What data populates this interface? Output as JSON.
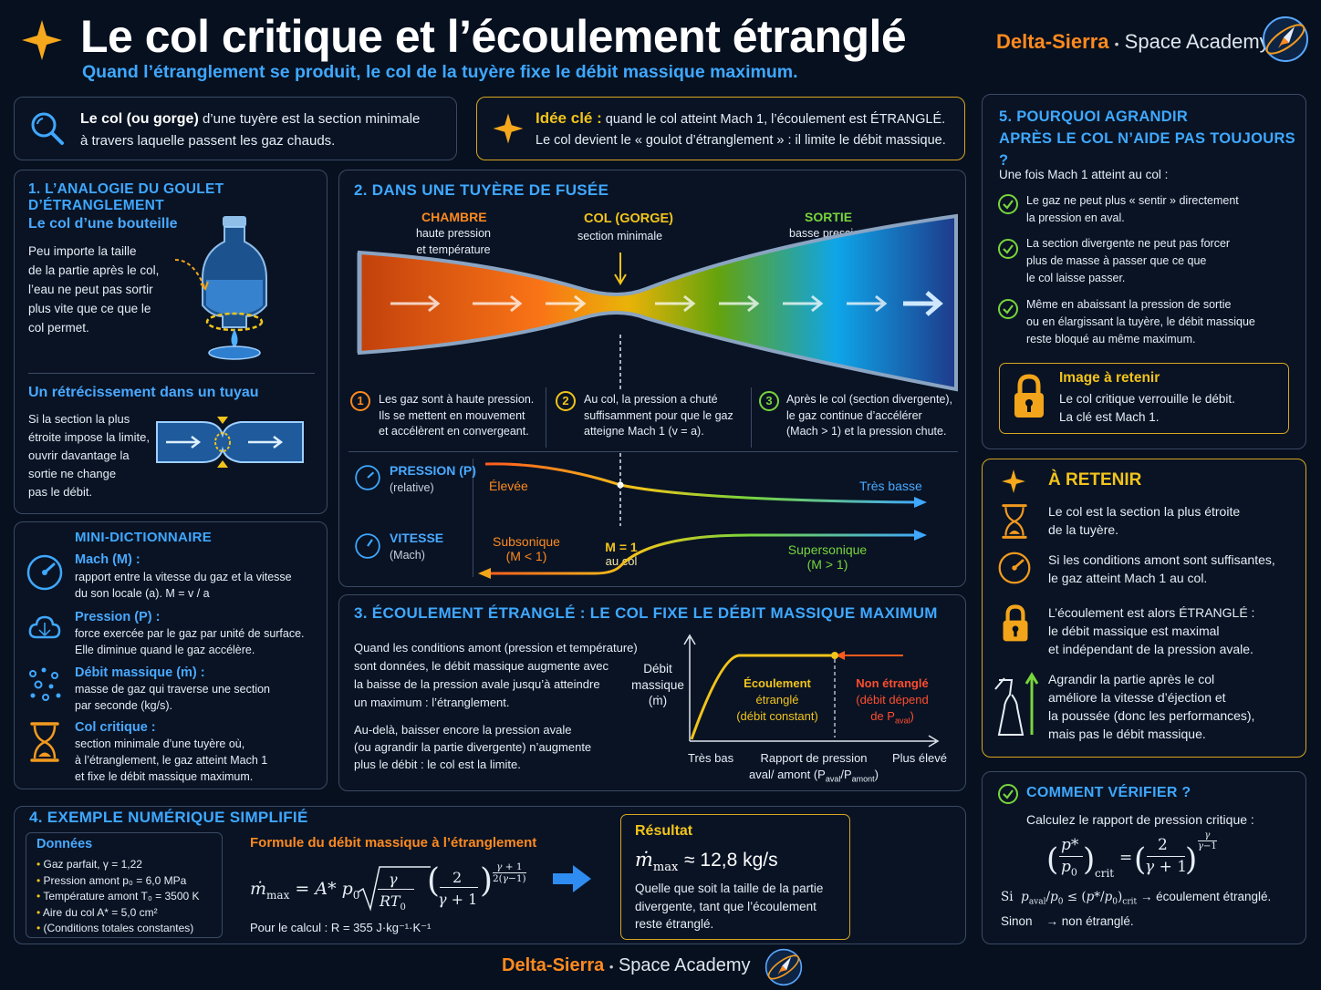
{
  "header": {
    "title": "Le col critique et l’écoulement étranglé",
    "subtitle": "Quand l’étranglement se produit, le col de la tuyère fixe le débit massique maximum.",
    "brand_name": "Delta-Sierra",
    "brand_sep": "•",
    "brand_rest": "Space Academy"
  },
  "intro": {
    "def_bold": "Le col (ou gorge)",
    "def_rest": " d’une tuyère est la section minimale",
    "def_line2": "à travers laquelle passent les gaz chauds.",
    "idea_bold": "Idée clé :",
    "idea_rest": " quand le col atteint Mach 1, l’écoulement est ÉTRANGLÉ.",
    "idea_line2": "Le col devient le « goulot d’étranglement » : il limite le débit massique."
  },
  "s1": {
    "title": "1. L’ANALOGIE DU GOULET D’ÉTRANGLEMENT",
    "bottle_title": "Le col d’une bouteille",
    "bottle_lines": [
      "Peu importe la taille",
      "de la partie après le col,",
      "l’eau ne peut pas sortir",
      "plus vite que ce que le",
      "col permet."
    ],
    "pipe_title": "Un rétrécissement dans un tuyau",
    "pipe_lines": [
      "Si la section la plus",
      "étroite impose la limite,",
      "ouvrir davantage la",
      "sortie ne change",
      "pas le débit."
    ]
  },
  "dict": {
    "title": "MINI-DICTIONNAIRE",
    "items": [
      {
        "term": "Mach (M) :",
        "l1": "rapport entre la vitesse du gaz et la vitesse",
        "l2": "du son locale (a).    M = v / a"
      },
      {
        "term": "Pression (P) :",
        "l1": "force exercée par le gaz par unité de surface.",
        "l2": "Elle diminue quand le gaz accélère."
      },
      {
        "term": "Débit massique (ṁ) :",
        "l1": "masse de gaz qui traverse une section",
        "l2": "par seconde (kg/s)."
      },
      {
        "term": "Col critique :",
        "l1": "section minimale d’une tuyère où,",
        "l2": "à l’étranglement, le gaz atteint Mach 1",
        "l3": "et fixe le débit massique maximum."
      }
    ]
  },
  "s2": {
    "title": "2. DANS UNE TUYÈRE DE FUSÉE",
    "chamber": "CHAMBRE",
    "chamber_sub1": "haute pression",
    "chamber_sub2": "et température",
    "throat": "COL (GORGE)",
    "throat_sub": "section minimale",
    "exit": "SORTIE",
    "exit_sub": "basse pression",
    "steps": [
      {
        "n": "1",
        "l1": "Les gaz sont à haute pression.",
        "l2": "Ils se mettent en mouvement",
        "l3": "et accélèrent en convergeant."
      },
      {
        "n": "2",
        "l1": "Au col, la pression a chuté",
        "l2": "suffisamment pour que le gaz",
        "l3": "atteigne Mach 1 (v = a)."
      },
      {
        "n": "3",
        "l1": "Après le col (section divergente),",
        "l2": "le gaz continue d’accélérer",
        "l3": "(Mach > 1) et la pression chute."
      }
    ],
    "p_label": "PRESSION (P)",
    "p_sub": "(relative)",
    "p_high": "Élevée",
    "p_low": "Très basse",
    "v_label": "VITESSE",
    "v_sub": "(Mach)",
    "v_sub1": "Subsonique",
    "v_sub2": "(M < 1)",
    "v_m1": "M = 1",
    "v_m1b": "au col",
    "v_sup1": "Supersonique",
    "v_sup2": "(M > 1)"
  },
  "s3": {
    "title": "3. ÉCOULEMENT ÉTRANGLÉ : LE COL FIXE LE DÉBIT MASSIQUE MAXIMUM",
    "p1": [
      "Quand les conditions amont (pression et température)",
      "sont données, le débit massique augmente avec",
      "la baisse de la pression avale jusqu’à atteindre",
      "un maximum : l’étranglement."
    ],
    "p2": [
      "Au-delà, baisser encore la pression avale",
      "(ou agrandir la partie divergente) n’augmente",
      "plus le débit : le col est la limite."
    ],
    "y_label1": "Débit",
    "y_label2": "massique",
    "y_label3": "(ṁ)",
    "choked1": "Écoulement",
    "choked2": "étranglé",
    "choked3": "(débit constant)",
    "nonchoked1": "Non étranglé",
    "nonchoked2": "(débit dépend",
    "nonchoked3": "de P",
    "nonchoked3_sub": "aval",
    "x_low": "Très bas",
    "x_mid1": "Rapport de pression",
    "x_mid2": "aval/ amont (P",
    "x_high": "Plus élevé"
  },
  "s4": {
    "title": "4. EXEMPLE NUMÉRIQUE SIMPLIFIÉ",
    "data_title": "Données",
    "data": [
      "Gaz parfait, γ = 1,22",
      "Pression amont p₀ = 6,0 MPa",
      "Température amont T₀ = 3500 K",
      "Aire du col A* = 5,0 cm²",
      "(Conditions totales constantes)"
    ],
    "formula_title": "Formule du débit massique à l’étranglement",
    "calc": "Pour le calcul : R = 355 J·kg⁻¹·K⁻¹",
    "result_title": "Résultat",
    "result_value": "≈ 12,8 kg/s",
    "result_lines": [
      "Quelle que soit la taille de la partie",
      "divergente, tant que l’écoulement",
      "reste étranglé."
    ]
  },
  "s5": {
    "title1": "5. POURQUOI AGRANDIR",
    "title2": "APRÈS LE COL N’AIDE PAS TOUJOURS ?",
    "lead": "Une fois Mach 1 atteint au col :",
    "items": [
      [
        "Le gaz ne peut plus « sentir » directement",
        "la pression en aval."
      ],
      [
        "La section divergente ne peut pas forcer",
        "plus de masse à passer que ce que",
        "le col laisse passer."
      ],
      [
        "Même en abaissant la pression de sortie",
        "ou en élargissant la tuyère, le débit massique",
        "reste bloqué au même maximum."
      ]
    ],
    "image_title": "Image à retenir",
    "image_l1": "Le col critique verrouille le débit.",
    "image_l2": "La clé est Mach 1."
  },
  "retenir": {
    "title": "À RETENIR",
    "items": [
      [
        "Le col est la section la plus étroite",
        "de la tuyère."
      ],
      [
        "Si les conditions amont sont suffisantes,",
        "le gaz atteint Mach 1 au col."
      ],
      [
        "L’écoulement est alors ÉTRANGLÉ :",
        "le débit massique est maximal",
        "et indépendant de la pression avale."
      ],
      [
        "Agrandir la partie après le col",
        "améliore la vitesse d’éjection et",
        "la poussée (donc les performances),",
        "mais pas le débit massique."
      ]
    ]
  },
  "verify": {
    "title": "COMMENT VÉRIFIER ?",
    "lead": "Calculez le rapport de pression critique :",
    "line1_rest": "→ écoulement étranglé.",
    "line2": "Sinon",
    "line2_rest": "→ non étranglé."
  },
  "footer": {
    "brand_name": "Delta-Sierra",
    "brand_sep": "•",
    "brand_rest": "Space Academy"
  },
  "colors": {
    "accent_blue": "#3fa8ff",
    "orange": "#ff8a1e",
    "yellow": "#f2c41a",
    "green": "#78d53c",
    "gold_border": "#d9a621"
  }
}
